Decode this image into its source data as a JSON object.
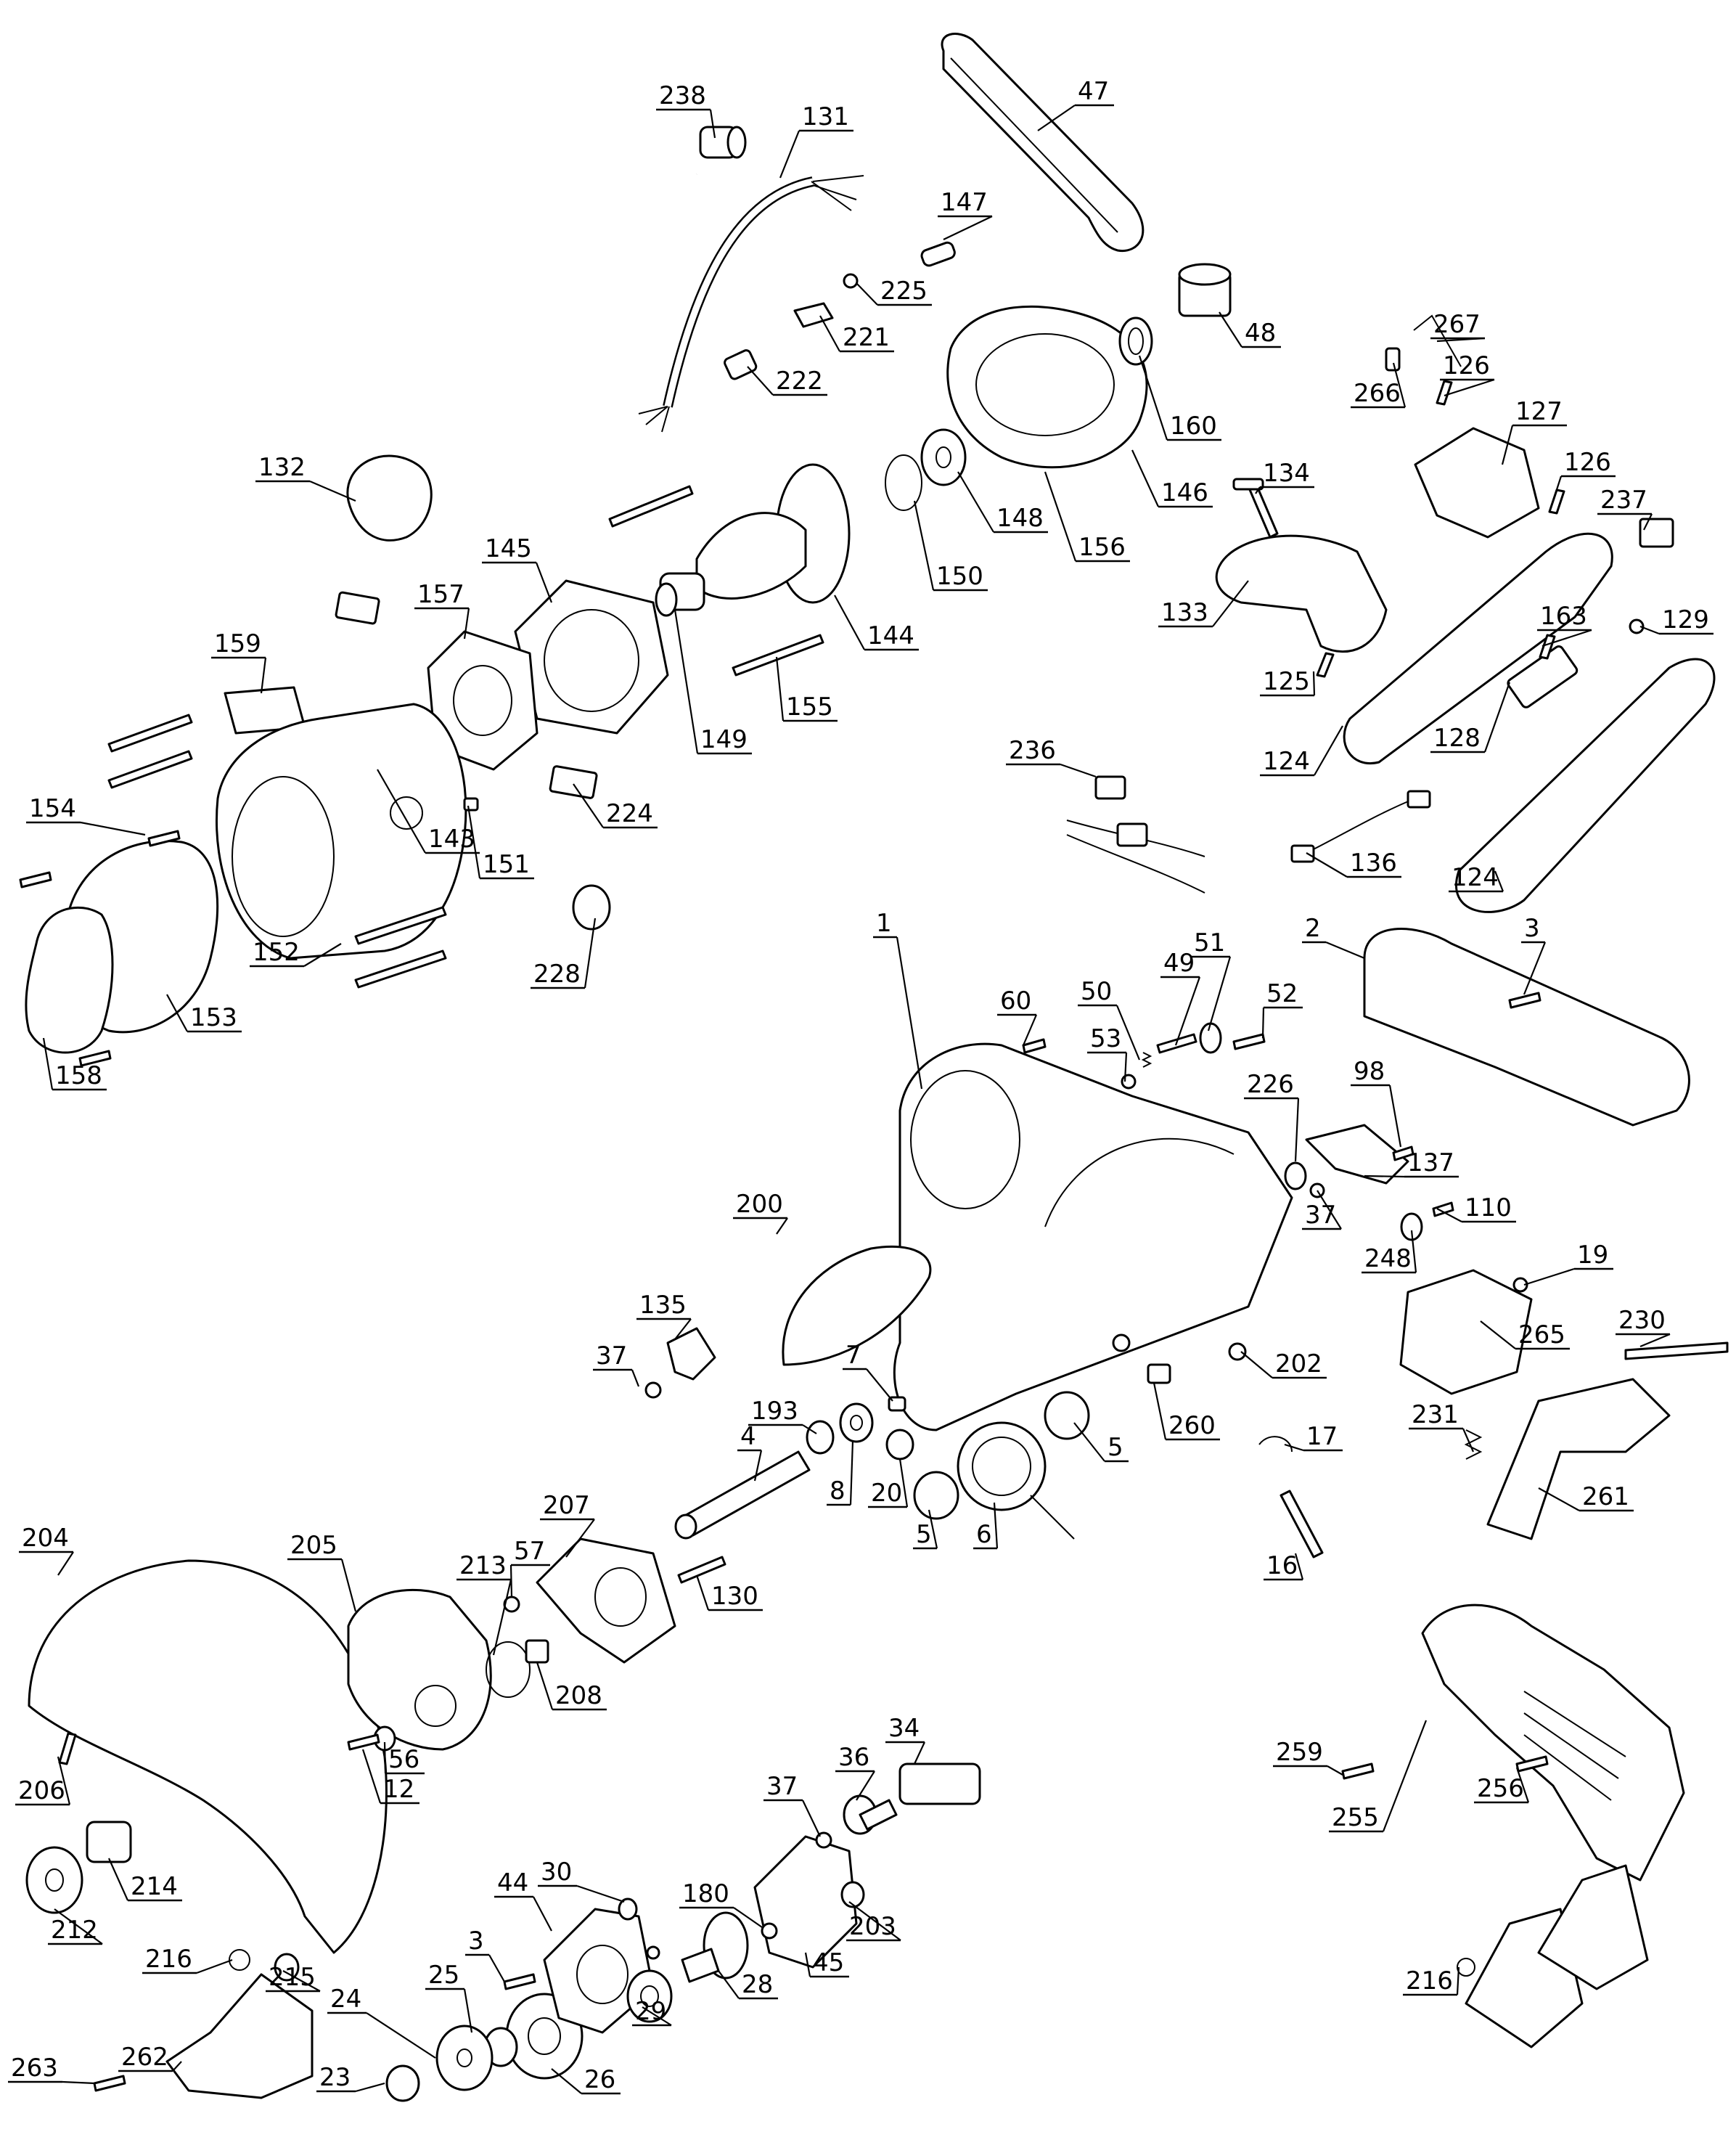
{
  "callouts": [
    "238",
    "131",
    "47",
    "147",
    "225",
    "221",
    "222",
    "48",
    "267",
    "266",
    "126",
    "160",
    "146",
    "132",
    "148",
    "134",
    "127",
    "126",
    "237",
    "156",
    "150",
    "145",
    "144",
    "133",
    "129",
    "163",
    "157",
    "159",
    "149",
    "125",
    "155",
    "128",
    "124",
    "236",
    "154",
    "224",
    "151",
    "136",
    "124",
    "143",
    "152",
    "228",
    "153",
    "158",
    "51",
    "3",
    "2",
    "60",
    "49",
    "50",
    "52",
    "53",
    "1",
    "226",
    "98",
    "137",
    "37",
    "110",
    "200",
    "248",
    "19",
    "135",
    "37",
    "7",
    "202",
    "265",
    "230",
    "193",
    "8",
    "20",
    "5",
    "260",
    "17",
    "231",
    "4",
    "5",
    "6",
    "261",
    "207",
    "57",
    "213",
    "130",
    "16",
    "204",
    "205",
    "208",
    "206",
    "56",
    "12",
    "34",
    "36",
    "37",
    "259",
    "256",
    "214",
    "212",
    "180",
    "30",
    "203",
    "44",
    "45",
    "3",
    "255",
    "216",
    "215",
    "28",
    "25",
    "29",
    "24",
    "216",
    "262",
    "263",
    "23",
    "26"
  ]
}
